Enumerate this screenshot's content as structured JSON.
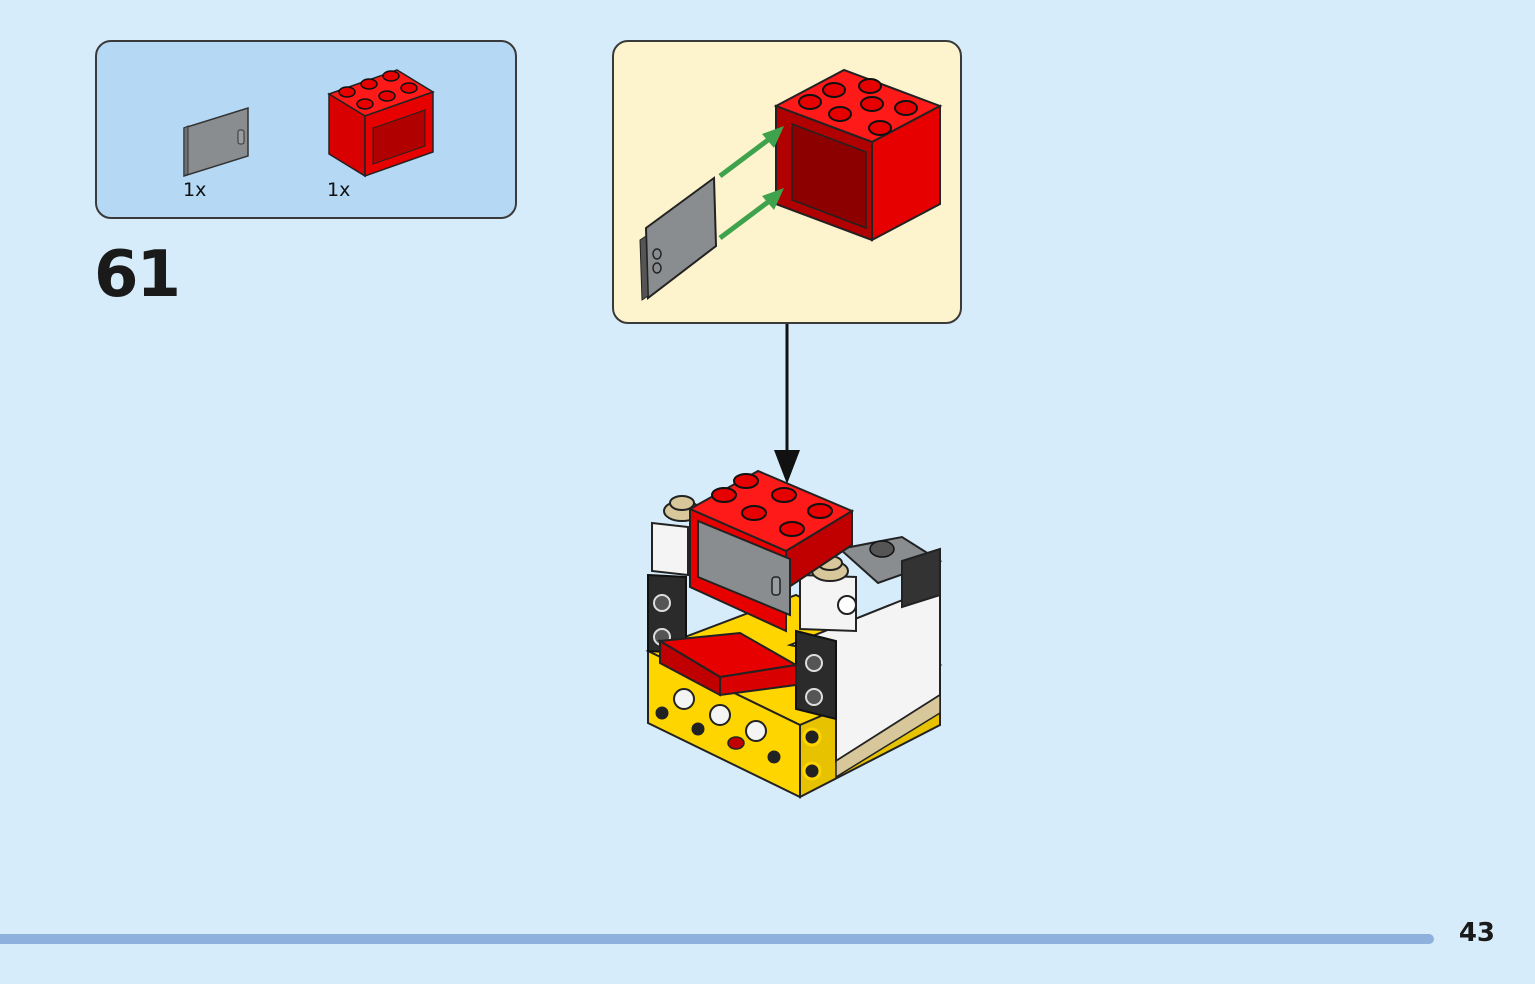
{
  "parts_list": {
    "items": [
      {
        "name": "door-panel",
        "qty": "1x",
        "color": "#8a8d8f"
      },
      {
        "name": "red-cupboard-brick",
        "qty": "1x",
        "color": "#e60000"
      }
    ]
  },
  "step": {
    "number": "61"
  },
  "callout": {
    "background": "#fdf3cc",
    "arrow_color": "#3fa34d"
  },
  "page": {
    "number": "43"
  },
  "colors": {
    "page_bg": "#d6ecfa",
    "parts_bg": "#b5d8f4",
    "progress": "#8eb0dd"
  }
}
